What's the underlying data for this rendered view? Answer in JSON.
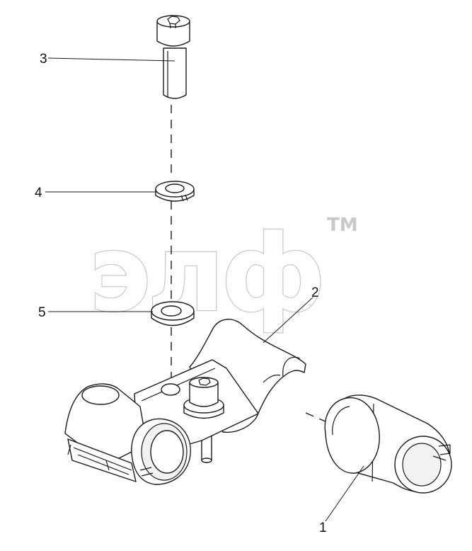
{
  "watermark": {
    "text": "элф",
    "trademark": "TM"
  },
  "callouts": [
    {
      "id": "1",
      "label": "1"
    },
    {
      "id": "2",
      "label": "2"
    },
    {
      "id": "3",
      "label": "3"
    },
    {
      "id": "4",
      "label": "4"
    },
    {
      "id": "5",
      "label": "5"
    }
  ],
  "colors": {
    "line": "#1a1a1a",
    "watermark": "#c9c9c9",
    "background": "#ffffff"
  }
}
